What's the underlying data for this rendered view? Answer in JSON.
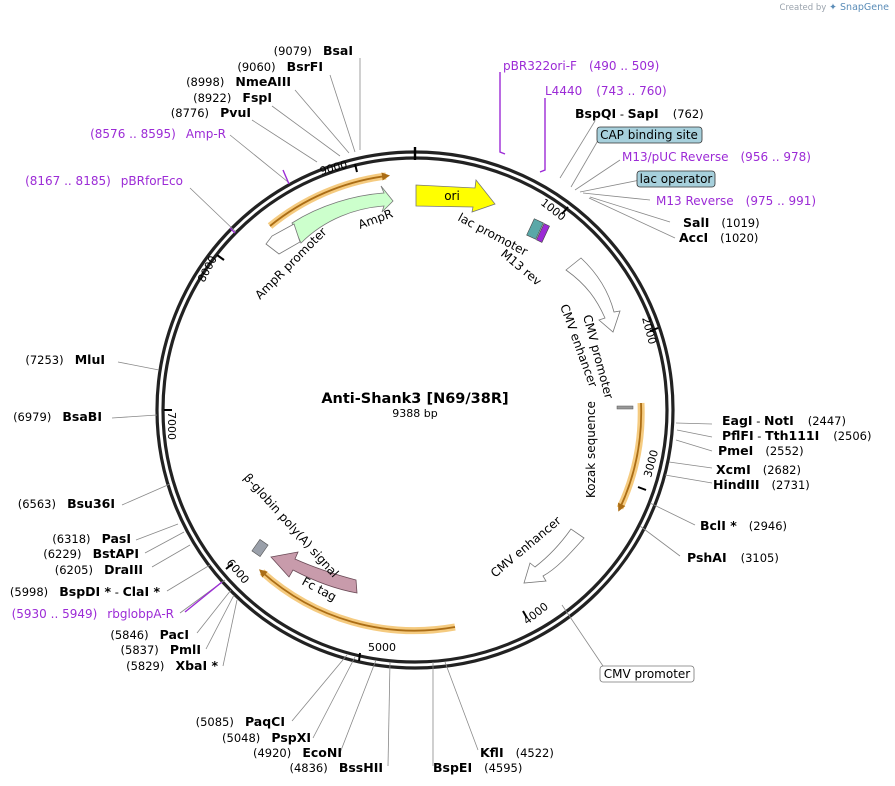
{
  "brand": {
    "created_by": "Created by",
    "name": "SnapGene"
  },
  "plasmid": {
    "name": "Anti-Shank3 [N69/38R]",
    "size_label": "9388 bp"
  },
  "ticks": [
    "1000",
    "2000",
    "3000",
    "4000",
    "5000",
    "6000",
    "7000",
    "8000",
    "9000"
  ],
  "features": [
    {
      "name": "ori",
      "label": "ori",
      "color": "#ffff00"
    },
    {
      "name": "ampr",
      "label": "AmpR",
      "color": "#ccffcc"
    },
    {
      "name": "ampr-promoter",
      "label": "AmpR promoter",
      "color": "#ffffff"
    },
    {
      "name": "lac-promoter",
      "label": "lac promoter",
      "color": "#ffffff"
    },
    {
      "name": "m13-rev",
      "label": "M13 rev",
      "color": "#9c2bd6"
    },
    {
      "name": "cmv-enhancer-1",
      "label": "CMV enhancer",
      "color": "#ffffff"
    },
    {
      "name": "cmv-promoter",
      "label": "CMV promoter",
      "color": "#ffffff"
    },
    {
      "name": "kozak",
      "label": "Kozak sequence",
      "color": "#999999"
    },
    {
      "name": "cmv-enhancer-2",
      "label": "CMV enhancer",
      "color": "#ffffff"
    },
    {
      "name": "fc-tag",
      "label": "Fc tag",
      "color": "#c89bab"
    },
    {
      "name": "bglobin",
      "label": "β-globin poly(A) signal",
      "color": "#9aa0aa"
    }
  ],
  "boxed_labels": {
    "cap": "CAP binding site",
    "lac_operator": "lac operator",
    "cmv_promoter": "CMV promoter"
  },
  "primers": [
    {
      "name": "pBR322ori-F",
      "range": "(490 .. 509)"
    },
    {
      "name": "L4440",
      "range": "(743 .. 760)"
    },
    {
      "name": "M13/pUC Reverse",
      "range": "(956 .. 978)"
    },
    {
      "name": "M13 Reverse",
      "range": "(975 .. 991)"
    },
    {
      "name": "Amp-R",
      "range": "(8576 .. 8595)"
    },
    {
      "name": "pBRforEco",
      "range": "(8167 .. 8185)"
    },
    {
      "name": "rbglobpA-R",
      "range": "(5930 .. 5949)"
    }
  ],
  "sites_right": [
    {
      "name": "BspQI",
      "name2": "SapI",
      "pos": "(762)"
    },
    {
      "name": "SalI",
      "pos": "(1019)"
    },
    {
      "name": "AccI",
      "pos": "(1020)"
    },
    {
      "name": "EagI",
      "name2": "NotI",
      "pos": "(2447)"
    },
    {
      "name": "PflFI",
      "name2": "Tth111I",
      "pos": "(2506)"
    },
    {
      "name": "PmeI",
      "pos": "(2552)"
    },
    {
      "name": "XcmI",
      "pos": "(2682)"
    },
    {
      "name": "HindIII",
      "pos": "(2731)"
    },
    {
      "name": "BclI *",
      "pos": "(2946)"
    },
    {
      "name": "PshAI",
      "pos": "(3105)"
    },
    {
      "name": "KflI",
      "pos": "(4522)"
    },
    {
      "name": "BspEI",
      "pos": "(4595)"
    }
  ],
  "sites_left": [
    {
      "name": "BsaI",
      "pos": "(9079)"
    },
    {
      "name": "BsrFI",
      "pos": "(9060)"
    },
    {
      "name": "NmeAIII",
      "pos": "(8998)"
    },
    {
      "name": "FspI",
      "pos": "(8922)"
    },
    {
      "name": "PvuI",
      "pos": "(8776)"
    },
    {
      "name": "MluI",
      "pos": "(7253)"
    },
    {
      "name": "BsaBI",
      "pos": "(6979)"
    },
    {
      "name": "Bsu36I",
      "pos": "(6563)"
    },
    {
      "name": "PasI",
      "pos": "(6318)"
    },
    {
      "name": "BstAPI",
      "pos": "(6229)"
    },
    {
      "name": "DraIII",
      "pos": "(6205)"
    },
    {
      "name": "BspDI *",
      "name2": "ClaI *",
      "pos": "(5998)"
    },
    {
      "name": "PacI",
      "pos": "(5846)"
    },
    {
      "name": "PmlI",
      "pos": "(5837)"
    },
    {
      "name": "XbaI *",
      "pos": "(5829)"
    },
    {
      "name": "PaqCI",
      "pos": "(5085)"
    },
    {
      "name": "PspXI",
      "pos": "(5048)"
    },
    {
      "name": "EcoNI",
      "pos": "(4920)"
    },
    {
      "name": "BssHII",
      "pos": "(4836)"
    }
  ]
}
